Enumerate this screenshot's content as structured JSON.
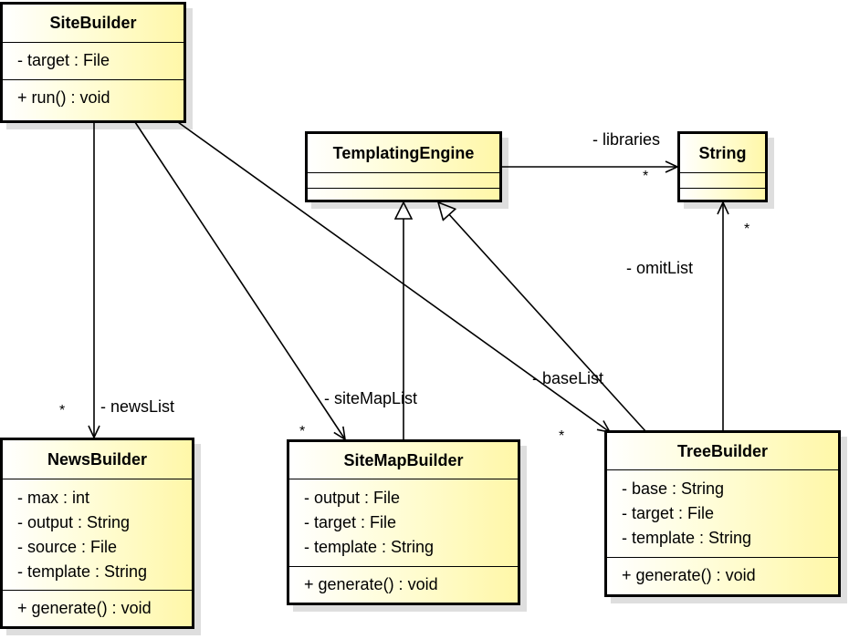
{
  "classes": {
    "site_builder": {
      "name": "SiteBuilder",
      "attributes": [
        "- target : File"
      ],
      "operations": [
        "+ run() : void"
      ]
    },
    "templating_engine": {
      "name": "TemplatingEngine",
      "attributes": [],
      "operations": []
    },
    "string": {
      "name": "String",
      "attributes": [],
      "operations": []
    },
    "news_builder": {
      "name": "NewsBuilder",
      "attributes": [
        "- max : int",
        "- output : String",
        "- source : File",
        "- template : String"
      ],
      "operations": [
        "+ generate() : void"
      ]
    },
    "sitemap_builder": {
      "name": "SiteMapBuilder",
      "attributes": [
        "- output : File",
        "- target : File",
        "- template : String"
      ],
      "operations": [
        "+ generate() : void"
      ]
    },
    "tree_builder": {
      "name": "TreeBuilder",
      "attributes": [
        "- base : String",
        "- target : File",
        "- template : String"
      ],
      "operations": [
        "+ generate() : void"
      ]
    }
  },
  "associations": {
    "libraries": {
      "role": "- libraries",
      "multiplicity": "*"
    },
    "omit_list": {
      "role": "- omitList",
      "multiplicity": "*"
    },
    "news_list": {
      "role": "- newsList",
      "multiplicity": "*"
    },
    "sitemap_list": {
      "role": "- siteMapList",
      "multiplicity": "*"
    },
    "base_list": {
      "role": "- baseList",
      "multiplicity": "*"
    }
  }
}
